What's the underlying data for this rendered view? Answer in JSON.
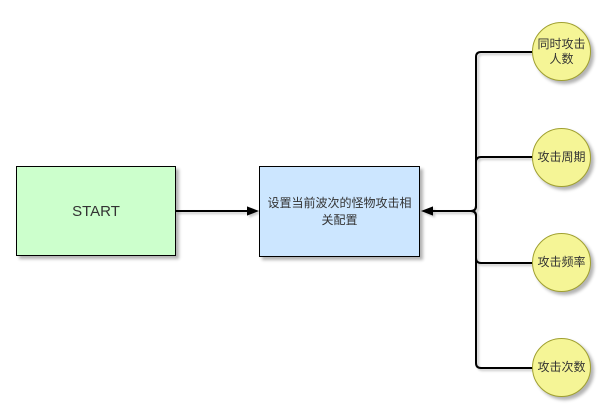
{
  "diagram": {
    "nodes": {
      "start": {
        "label": "START",
        "fill": "#ccffcc",
        "border": "#000000"
      },
      "config": {
        "label": "设置当前波次的怪物攻击相关配置",
        "fill": "#cce6ff",
        "border": "#000000"
      },
      "attributes": [
        {
          "label": "同时攻击人数"
        },
        {
          "label": "攻击周期"
        },
        {
          "label": "攻击频率"
        },
        {
          "label": "攻击次数"
        }
      ],
      "attribute_style": {
        "fill": "#f5f596",
        "border": "#a0a030"
      }
    },
    "edge_color": "#000000"
  }
}
